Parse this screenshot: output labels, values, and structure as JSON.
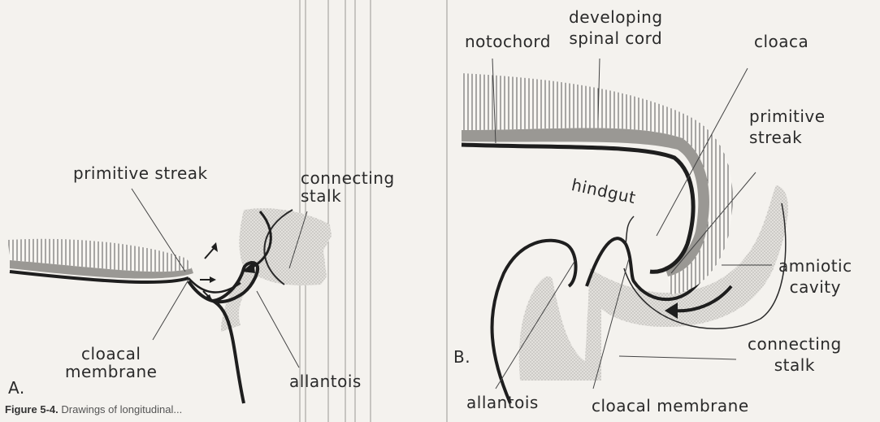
{
  "panel_a": {
    "letter": "A.",
    "labels": {
      "primitive_streak": "primitive streak",
      "connecting_stalk_1": "connecting",
      "connecting_stalk_2": "stalk",
      "cloacal_membrane_1": "cloacal",
      "cloacal_membrane_2": "membrane",
      "allantois": "allantois"
    }
  },
  "panel_b": {
    "letter": "B.",
    "labels": {
      "notochord": "notochord",
      "developing_1": "developing",
      "developing_2": "spinal cord",
      "cloaca": "cloaca",
      "primitive_streak_1": "primitive",
      "primitive_streak_2": "streak",
      "hindgut": "hindgut",
      "amniotic_1": "amniotic",
      "amniotic_2": "cavity",
      "connecting_stalk_1": "connecting",
      "connecting_stalk_2": "stalk",
      "allantois": "allantois",
      "cloacal_membrane": "cloacal membrane"
    }
  },
  "caption": {
    "figure_number": "Figure 5-4.",
    "text": "Drawings of longitudinal..."
  }
}
